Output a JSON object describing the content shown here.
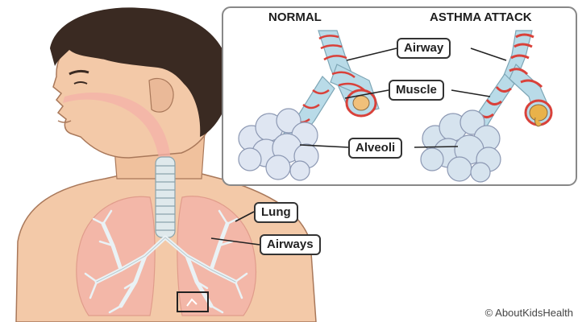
{
  "inset": {
    "normal_title": "NORMAL",
    "attack_title": "ASTHMA ATTACK"
  },
  "labels": {
    "airway": "Airway",
    "muscle": "Muscle",
    "alveoli": "Alveoli",
    "lung": "Lung",
    "airways": "Airways"
  },
  "credit": "© AboutKidsHealth",
  "colors": {
    "skin": "#f3c9a8",
    "hair": "#3a2a22",
    "lung": "#f4b0a8",
    "airway": "#b9dbe8",
    "muscle": "#d9413a",
    "mucus": "#e9b24a"
  }
}
